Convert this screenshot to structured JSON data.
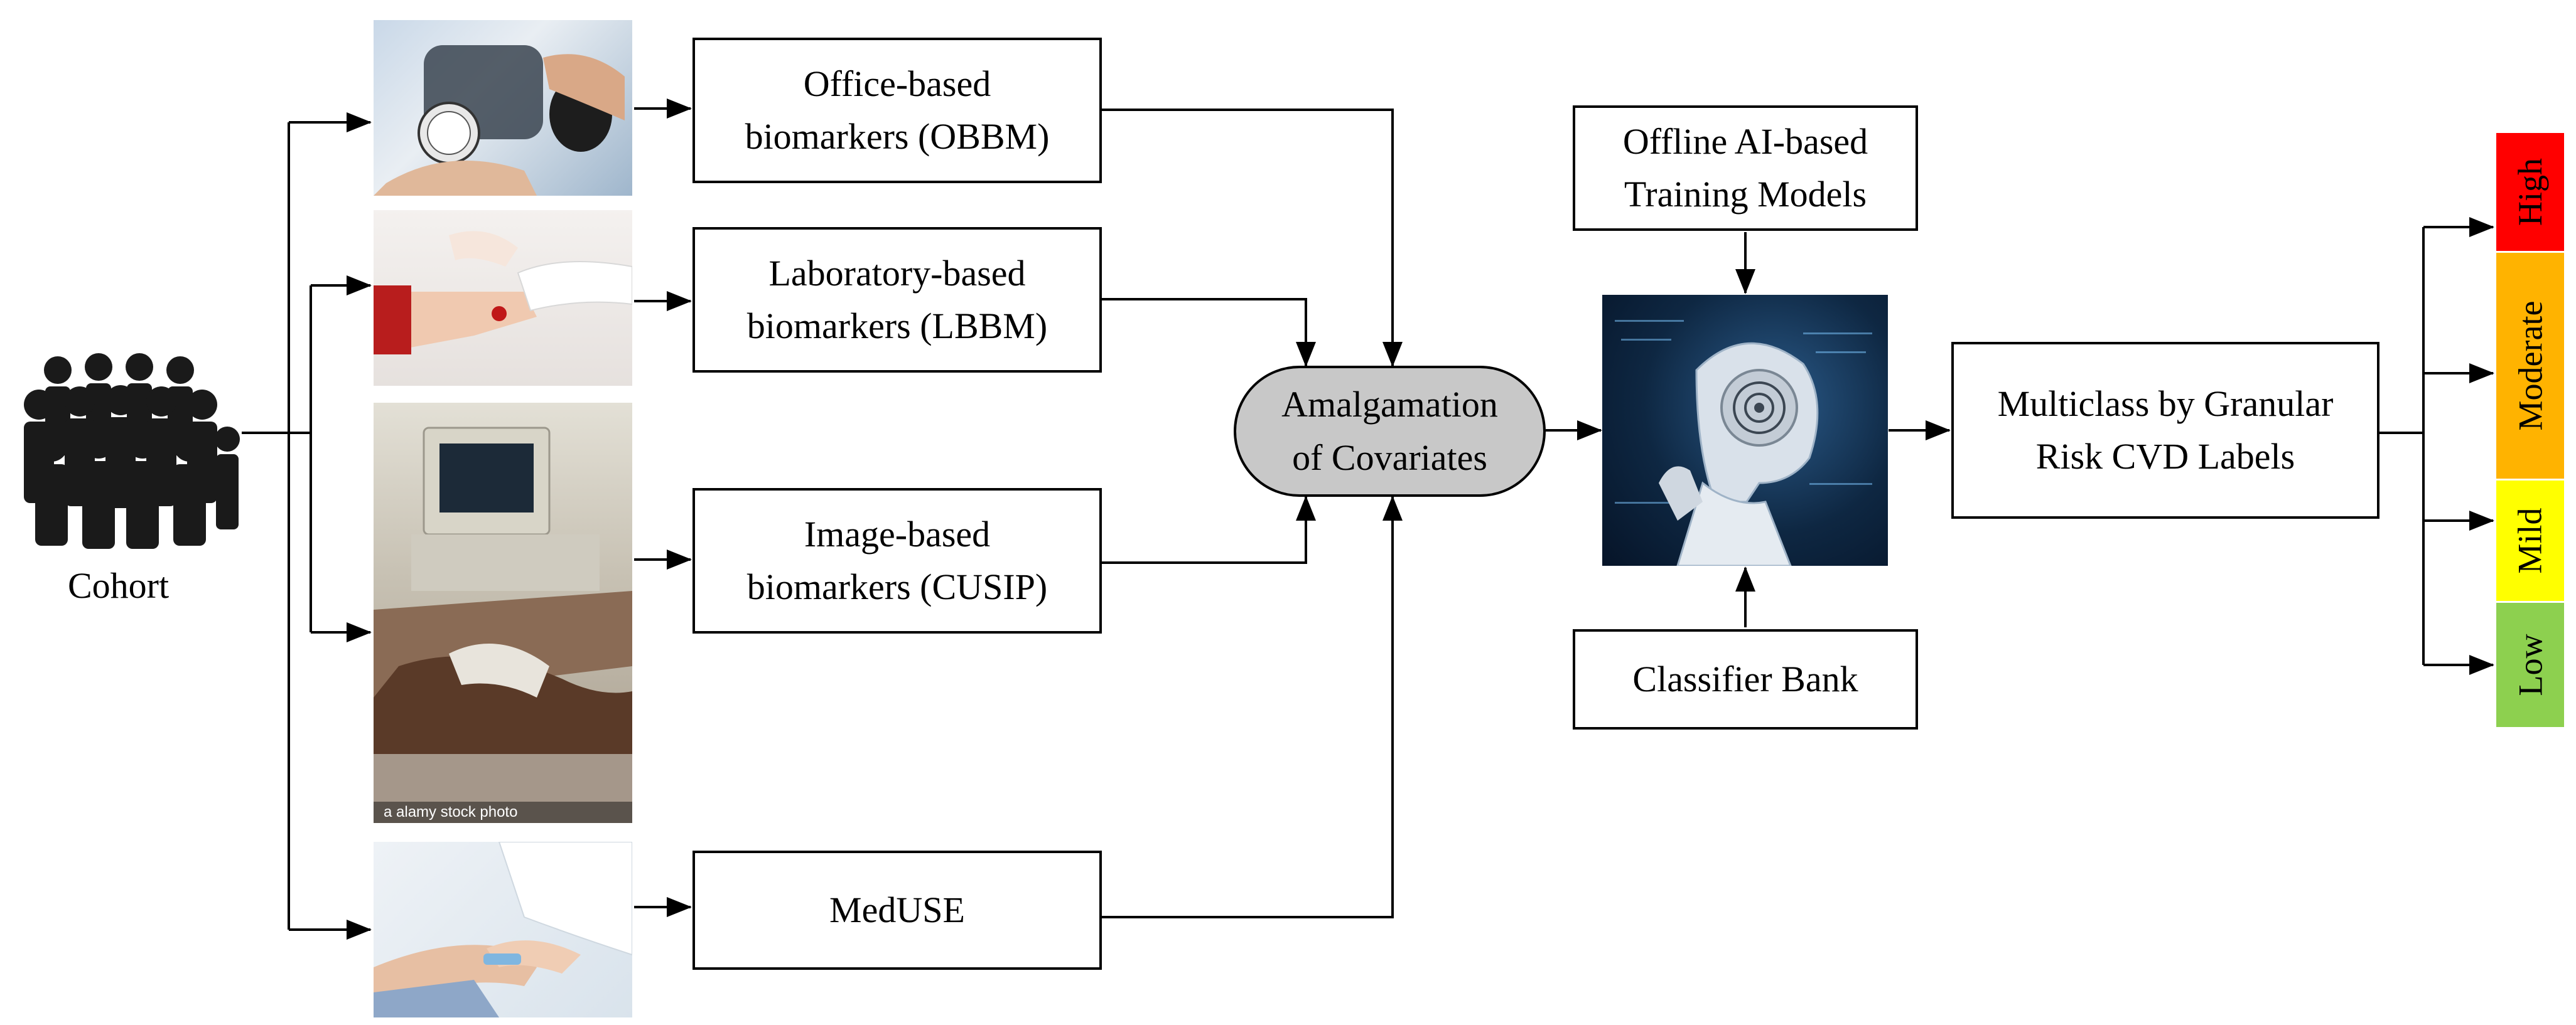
{
  "cohort": {
    "label": "Cohort"
  },
  "biomarkers": {
    "office": {
      "line1": "Office-based",
      "line2": "biomarkers (OBBM)"
    },
    "lab": {
      "line1": "Laboratory-based",
      "line2": "biomarkers (LBBM)"
    },
    "image": {
      "line1": "Image-based",
      "line2": "biomarkers (CUSIP)"
    },
    "meduse": {
      "line1": "MedUSE"
    }
  },
  "amalgamation": {
    "line1": "Amalgamation",
    "line2": "of Covariates"
  },
  "offline": {
    "line1": "Offline AI-based",
    "line2": "Training Models"
  },
  "classifier_bank": {
    "label": "Classifier Bank"
  },
  "multiclass": {
    "line1": "Multiclass by Granular",
    "line2": "Risk CVD Labels"
  },
  "risk_labels": [
    {
      "label": "High",
      "color": "#ff0000"
    },
    {
      "label": "Moderate",
      "color": "#ffb300"
    },
    {
      "label": "Mild",
      "color": "#ffff00"
    },
    {
      "label": "Low",
      "color": "#8dd04f"
    }
  ],
  "photo_watermark": "a  alamy stock photo",
  "icons": {
    "cohort": "people-crowd-icon",
    "photos": [
      "blood-pressure-photo",
      "blood-draw-photo",
      "ultrasound-scan-photo",
      "doctor-patient-photo"
    ],
    "ai": "ai-robot-image"
  }
}
